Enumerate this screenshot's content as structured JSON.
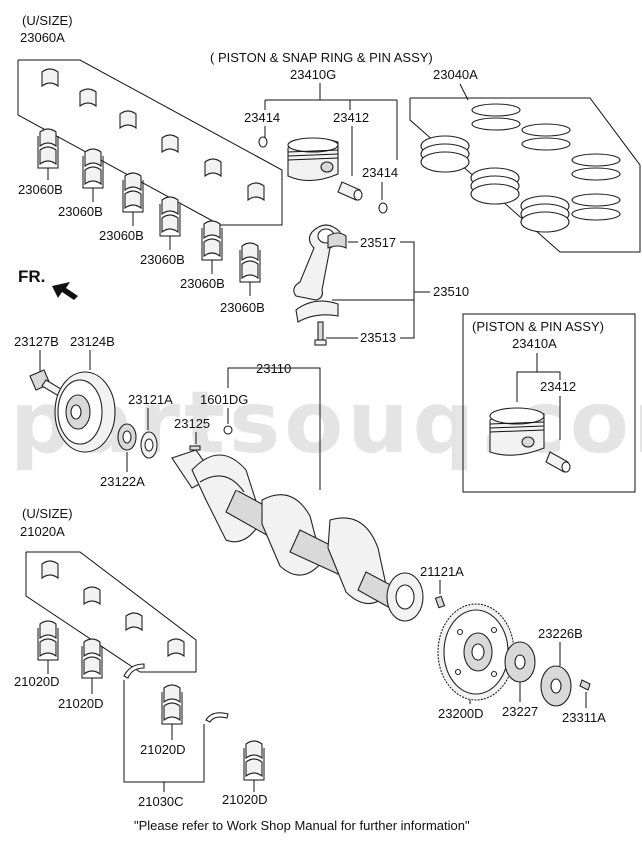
{
  "labels": {
    "usize_top": "(U/SIZE)",
    "p23060A": "23060A",
    "assy_title": "( PISTON & SNAP RING & PIN ASSY)",
    "p23410G": "23410G",
    "p23040A": "23040A",
    "p23414_a": "23414",
    "p23412_a": "23412",
    "p23414_b": "23414",
    "p23060B_1": "23060B",
    "p23060B_2": "23060B",
    "p23060B_3": "23060B",
    "p23060B_4": "23060B",
    "p23060B_5": "23060B",
    "p23060B_6": "23060B",
    "p23517": "23517",
    "p23510": "23510",
    "p23513": "23513",
    "fr": "FR.",
    "piston_assy_title": "(PISTON & PIN ASSY)",
    "p23410A": "23410A",
    "p23412_b": "23412",
    "p23127B": "23127B",
    "p23124B": "23124B",
    "p23110": "23110",
    "p23121A": "23121A",
    "p1601DG": "1601DG",
    "p23125": "23125",
    "p23122A": "23122A",
    "usize_bottom": "(U/SIZE)",
    "p21020A": "21020A",
    "p21121A": "21121A",
    "p23226B": "23226B",
    "p21020D_1": "21020D",
    "p21020D_2": "21020D",
    "p21020D_3": "21020D",
    "p21020D_4": "21020D",
    "p23200D": "23200D",
    "p23227": "23227",
    "p23311A": "23311A",
    "p21030C": "21030C"
  },
  "footer_note": "\"Please refer to Work Shop Manual for further information\"",
  "watermark": "partsouq.com"
}
